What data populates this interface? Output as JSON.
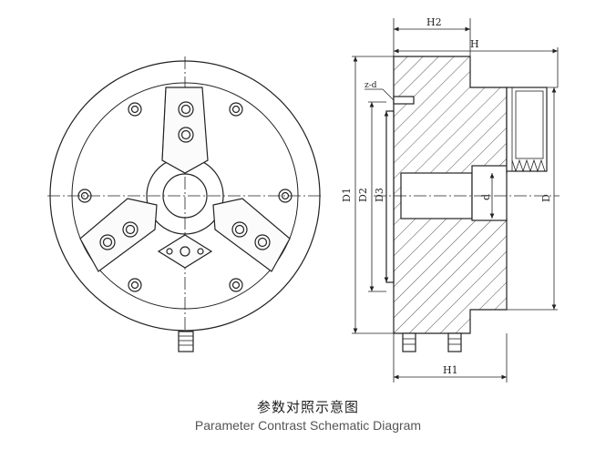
{
  "caption": {
    "chinese": "参数对照示意图",
    "english": "Parameter Contrast Schematic Diagram"
  },
  "dimensions": {
    "h2": "H2",
    "h": "H",
    "h1": "H1",
    "zd": "z-d",
    "d1": "D1",
    "d2": "D2",
    "d3": "D3",
    "d_upper": "D",
    "d_lower": "d"
  },
  "colors": {
    "line": "#222222",
    "hatch": "#555555",
    "fill": "#f7f7f7"
  }
}
